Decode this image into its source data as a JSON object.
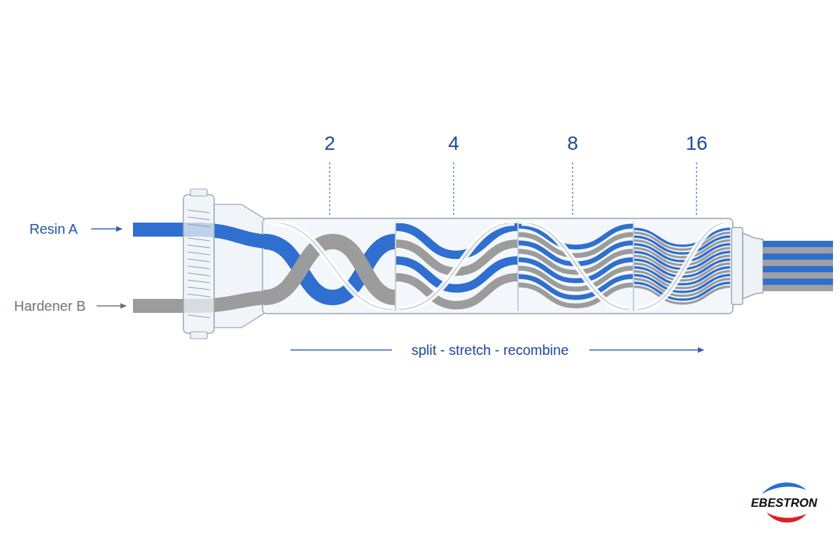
{
  "diagram": {
    "labels": [
      "Resin A",
      "Hardener B",
      "2",
      "4",
      "8",
      "16",
      "split - stretch - recombine",
      "EBESTRON"
    ]
  }
}
